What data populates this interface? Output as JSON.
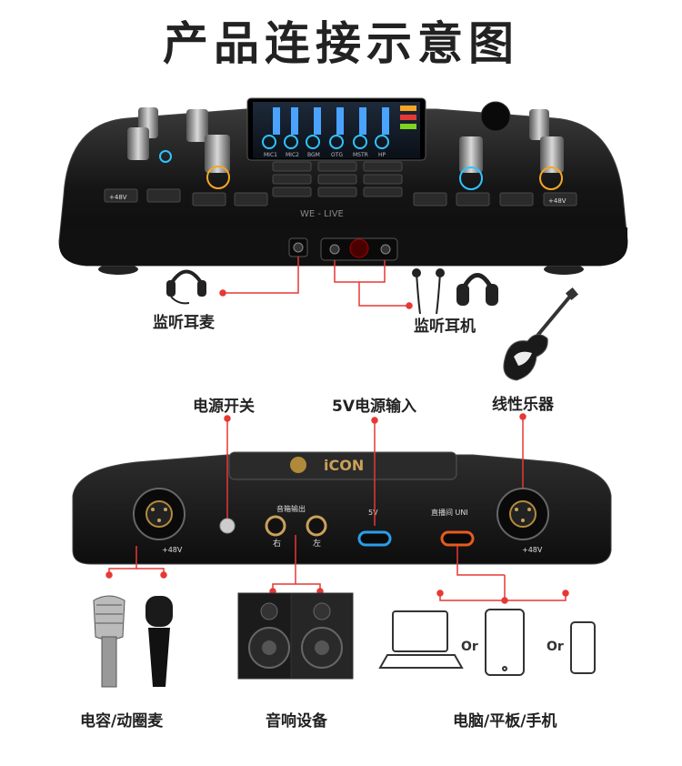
{
  "title": "产品连接示意图",
  "top_device": {
    "brand_text": "WE - LIVE",
    "display_channels": [
      "MIC1",
      "MIC2",
      "BGM",
      "OTG",
      "MSTR",
      "HP"
    ],
    "left_buttons": [
      "+48V",
      "",
      "",
      "",
      ""
    ],
    "right_buttons": [
      "",
      "",
      "",
      "+48V"
    ]
  },
  "labels": {
    "monitor_headset": "监听耳麦",
    "monitor_headphones": "监听耳机",
    "power_switch": "电源开关",
    "power_input": "5V电源输入",
    "line_instrument": "线性乐器",
    "mic_types": "电容/动圈麦",
    "speakers": "音响设备",
    "devices": "电脑/平板/手机",
    "or_1": "Or",
    "or_2": "Or"
  },
  "rear_panel": {
    "brand": "iCON",
    "audio_out": "音箱输出",
    "right": "右",
    "left": "左",
    "port_5v": "5V",
    "port_uni": "直播间 UNI",
    "input_2": "+48V",
    "input_1": "+48V"
  },
  "colors": {
    "connector_line": "#e53935",
    "device_body": "#1a1a1a",
    "usb_orange": "#e85a1f",
    "usb_blue": "#2a9fe8"
  }
}
